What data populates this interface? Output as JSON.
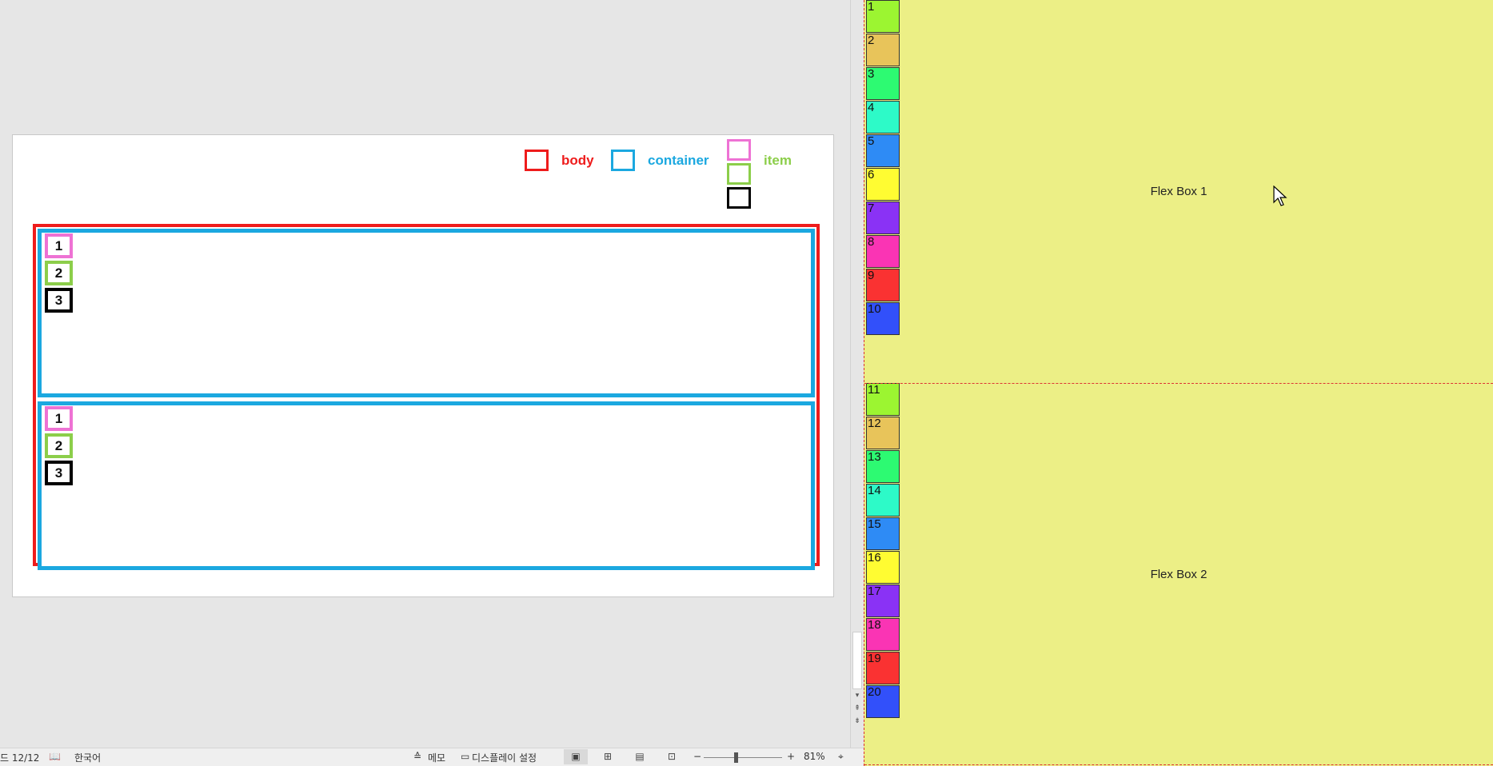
{
  "legend": {
    "body_label": "body",
    "container_label": "container",
    "item_label": "item",
    "colors": {
      "body": "#ee1c1c",
      "container": "#1ba8e0",
      "item_pink": "#ee72d4",
      "item_green": "#8cce4a",
      "item_black": "#000000"
    }
  },
  "slide": {
    "container_1": {
      "items": [
        "1",
        "2",
        "3"
      ]
    },
    "container_2": {
      "items": [
        "1",
        "2",
        "3"
      ]
    }
  },
  "statusbar": {
    "slide_counter": "드 12/12",
    "language": "한국어",
    "notes_label": "메모",
    "display_settings_label": "디스플레이 설정",
    "zoom_minus": "−",
    "zoom_plus": "+",
    "zoom_level": "81%"
  },
  "preview": {
    "flex_box_1": {
      "label": "Flex Box 1",
      "items": [
        "1",
        "2",
        "3",
        "4",
        "5",
        "6",
        "7",
        "8",
        "9",
        "10"
      ]
    },
    "flex_box_2": {
      "label": "Flex Box 2",
      "items": [
        "11",
        "12",
        "13",
        "14",
        "15",
        "16",
        "17",
        "18",
        "19",
        "20"
      ]
    },
    "item_colors": [
      "#9cf531",
      "#e8c45a",
      "#2dfa72",
      "#2dfac8",
      "#2e8bf5",
      "#fffc32",
      "#8a32f5",
      "#fa34b4",
      "#fa3232",
      "#3250fa"
    ]
  }
}
